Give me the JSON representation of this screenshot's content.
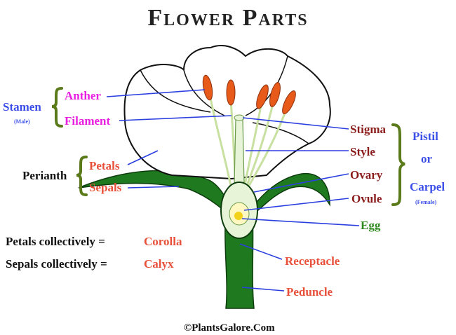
{
  "title": "Flower Parts",
  "left": {
    "stamen": "Stamen",
    "male": "(Male)",
    "anther": "Anther",
    "filament": "Filament",
    "perianth": "Perianth",
    "petals": "Petals",
    "sepals": "Sepals",
    "corolla_line": "Petals collectively  =",
    "corolla": "Corolla",
    "calyx_line": "Sepals collectively  =",
    "calyx": "Calyx"
  },
  "right": {
    "stigma": "Stigma",
    "style": "Style",
    "ovary": "Ovary",
    "ovule": "Ovule",
    "egg": "Egg",
    "pistil": "Pistil",
    "or": "or",
    "carpel": "Carpel",
    "female": "(Female)",
    "receptacle": "Receptacle",
    "peduncle": "Peduncle"
  },
  "credit": "©PlantsGalore.Com",
  "colors": {
    "blue": "#3b4fe8",
    "magenta": "#e81ee0",
    "red": "#e8503a",
    "darkred": "#8b1c1c",
    "green": "#1f7a1f",
    "brace": "#5a7a1a"
  }
}
